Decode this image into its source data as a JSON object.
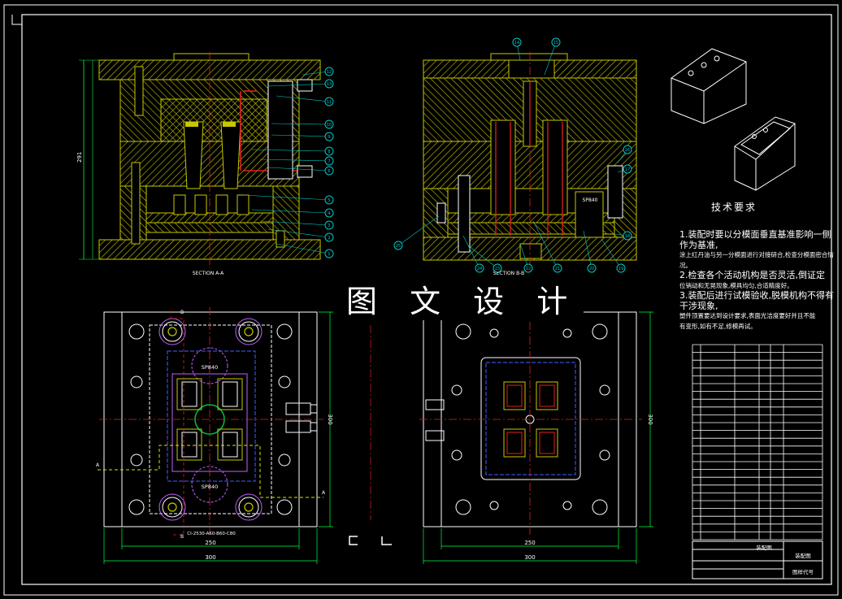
{
  "watermark": "图 文 设 计",
  "section_labels": {
    "left": "SECTION A-A",
    "right": "SECTION B-B"
  },
  "tech_req": {
    "title": "技术要求",
    "items": [
      "1.装配时要以分模面垂直基准影响一侧作为基准,",
      "涂上红丹油与另一分模面进行对接研合,检查分模面密合情况。",
      "2.检查各个活动机构是否灵活,倒证定",
      "位销动和无晃现象,模具均匀,合适精度好。",
      "3.装配后进行试模验收,脱模机构不得有干涉现象,",
      "塑件顶置要达到设计要求,表面光洁度要好并且不能",
      "有变形,如有不足,修模再试。"
    ]
  },
  "dimensions": {
    "left_inner_width": "250",
    "left_outer_width": "300",
    "right_inner_width": "250",
    "right_outer_width": "300",
    "left_height": "300",
    "right_height": "300",
    "left_overall_height": "291"
  },
  "plan_labels": {
    "sp_top": "SP840",
    "sp_bottom": "SP840",
    "sp_side": "SP840",
    "mold_base_code": "CI-2530-A60-B60-C80",
    "cut_a": "A",
    "cut_b": "B"
  },
  "title_block": {
    "drawing_name": "装配图",
    "drawing_code": "图样代号"
  },
  "balloons_left": [
    "1",
    "2",
    "3",
    "4",
    "5",
    "6",
    "7",
    "8",
    "9",
    "10",
    "11",
    "12",
    "13"
  ],
  "balloons_right": [
    "14",
    "15",
    "16",
    "17",
    "18",
    "19",
    "20",
    "21",
    "22",
    "23",
    "24",
    "25"
  ],
  "colors": {
    "background": "#000000",
    "frame": "#ffffff",
    "hatch": "#c8c800",
    "center_line": "#ff2020",
    "balloon": "#00c8c8",
    "dimension": "#00ff40",
    "plan_green": "#00c040",
    "purple": "#c060ff"
  }
}
